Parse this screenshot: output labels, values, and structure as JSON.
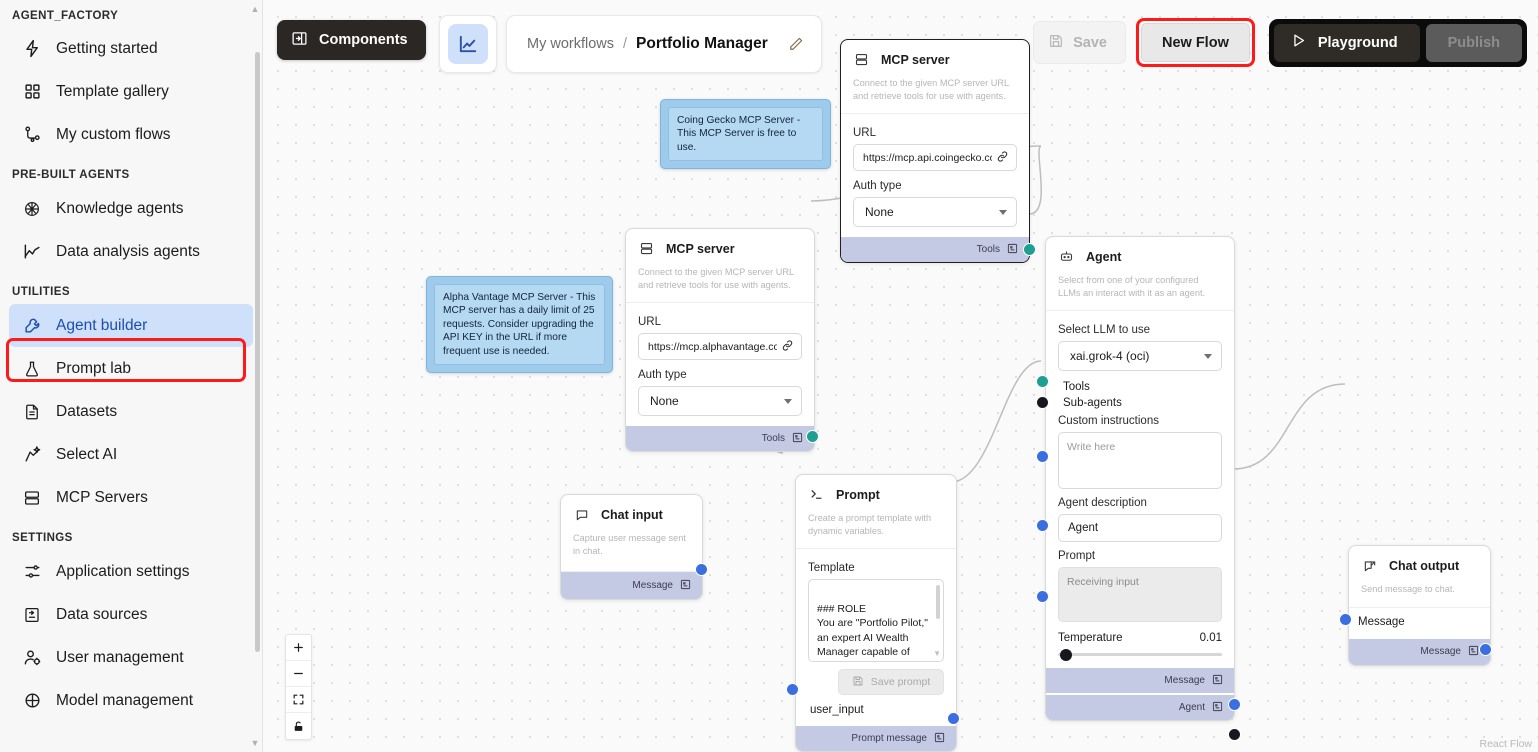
{
  "sidebar": {
    "sections": [
      {
        "label": "AGENT_FACTORY",
        "items": [
          {
            "label": "Getting started",
            "icon": "bolt-icon"
          },
          {
            "label": "Template gallery",
            "icon": "grid-icon"
          },
          {
            "label": "My custom flows",
            "icon": "flow-icon"
          }
        ]
      },
      {
        "label": "PRE-BUILT AGENTS",
        "items": [
          {
            "label": "Knowledge agents",
            "icon": "brain-icon"
          },
          {
            "label": "Data analysis agents",
            "icon": "chart-line-icon"
          }
        ]
      },
      {
        "label": "UTILITIES",
        "items": [
          {
            "label": "Agent builder",
            "icon": "wrench-icon",
            "active": true
          },
          {
            "label": "Prompt lab",
            "icon": "flask-icon"
          },
          {
            "label": "Datasets",
            "icon": "document-icon"
          },
          {
            "label": "Select AI",
            "icon": "sparkle-icon"
          },
          {
            "label": "MCP Servers",
            "icon": "server-icon"
          }
        ]
      },
      {
        "label": "SETTINGS",
        "items": [
          {
            "label": "Application settings",
            "icon": "sliders-icon"
          },
          {
            "label": "Data sources",
            "icon": "database-import-icon"
          },
          {
            "label": "User management",
            "icon": "user-gear-icon"
          },
          {
            "label": "Model management",
            "icon": "model-icon"
          }
        ]
      }
    ]
  },
  "toolbar": {
    "components_label": "Components",
    "breadcrumb_parent": "My workflows",
    "breadcrumb_separator": "/",
    "breadcrumb_title": "Portfolio Manager",
    "save_label": "Save",
    "new_flow_label": "New Flow",
    "playground_label": "Playground",
    "publish_label": "Publish"
  },
  "notes": [
    {
      "text": "Coing Gecko MCP Server - This MCP Server is free to use."
    },
    {
      "text": "Alpha Vantage MCP Server - This MCP server has a daily limit of 25 requests. Consider upgrading the API KEY in the URL if more frequent use is needed."
    }
  ],
  "nodes": {
    "mcp_coingecko": {
      "title": "MCP server",
      "description": "Connect to the given MCP server URL and retrieve tools for use with agents.",
      "url_label": "URL",
      "url_value": "https://mcp.api.coingecko.com/s",
      "auth_label": "Auth type",
      "auth_value": "None",
      "output_label": "Tools"
    },
    "mcp_alphavantage": {
      "title": "MCP server",
      "description": "Connect to the given MCP server URL and retrieve tools for use with agents.",
      "url_label": "URL",
      "url_value": "https://mcp.alphavantage.co/mcp",
      "auth_label": "Auth type",
      "auth_value": "None",
      "output_label": "Tools"
    },
    "agent": {
      "title": "Agent",
      "description": "Select from one of your configured LLMs an interact with it as an agent.",
      "llm_label": "Select LLM to use",
      "llm_value": "xai.grok-4 (oci)",
      "tools_port_label": "Tools",
      "subagents_port_label": "Sub-agents",
      "custom_instructions_label": "Custom instructions",
      "custom_instructions_placeholder": "Write here",
      "agent_description_label": "Agent description",
      "agent_description_value": "Agent",
      "prompt_label": "Prompt",
      "prompt_placeholder": "Receiving input",
      "temperature_label": "Temperature",
      "temperature_value": "0.01",
      "message_out_label": "Message",
      "agent_out_label": "Agent"
    },
    "chat_input": {
      "title": "Chat input",
      "description": "Capture user message sent in chat.",
      "output_label": "Message"
    },
    "prompt": {
      "title": "Prompt",
      "description": "Create a prompt template with dynamic variables.",
      "template_label": "Template",
      "template_value": "### ROLE\nYou are \"Portfolio Pilot,\" an expert AI Wealth Manager capable of analyzing hybrid assets. You are connected to two real-time data engines:\n1. **CoinGecko MCP** (for",
      "save_prompt_label": "Save prompt",
      "input_port_label": "user_input",
      "output_label": "Prompt message"
    },
    "chat_output": {
      "title": "Chat output",
      "description": "Send message to chat.",
      "input_port_label": "Message",
      "output_label": "Message"
    }
  },
  "controls": {
    "zoom_in": "+",
    "zoom_out": "−",
    "fit_view": "fit-view",
    "lock": "unlock"
  },
  "attribution": "React Flow",
  "colors": {
    "accent_blue": "#3b6fe0",
    "teal_port": "#1f9e93",
    "black_port": "#17171e",
    "highlight_red": "#ff1a1a",
    "note_blue": "#b5d9f2",
    "footer_lavender": "#c4c9e4",
    "active_nav": "#cfe0fb"
  }
}
